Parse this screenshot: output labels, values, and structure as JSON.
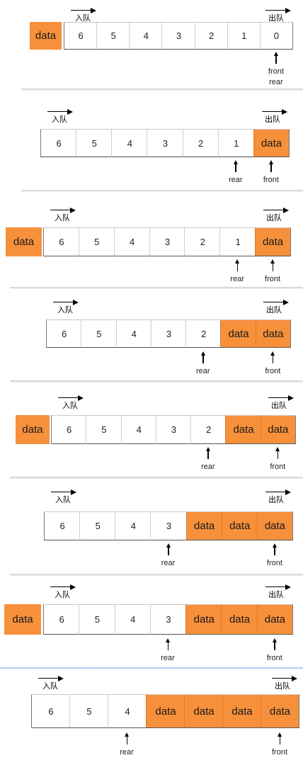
{
  "labels": {
    "enqueue": "入队",
    "dequeue": "出队",
    "front": "front",
    "rear": "rear",
    "data": "data"
  },
  "colors": {
    "accent": "#f7903b",
    "border": "#555555"
  },
  "panels": [
    {
      "incoming": true,
      "cells": [
        "6",
        "5",
        "4",
        "3",
        "2",
        "1",
        "0"
      ],
      "pointers": [
        {
          "index": 6,
          "lines": [
            "front",
            "rear"
          ]
        }
      ]
    },
    {
      "incoming": false,
      "cells": [
        "6",
        "5",
        "4",
        "3",
        "2",
        "1",
        "data"
      ],
      "pointers": [
        {
          "index": 5,
          "lines": [
            "rear"
          ]
        },
        {
          "index": 6,
          "lines": [
            "front"
          ]
        }
      ]
    },
    {
      "incoming": true,
      "cells": [
        "6",
        "5",
        "4",
        "3",
        "2",
        "1",
        "data"
      ],
      "pointers": [
        {
          "index": 5,
          "lines": [
            "rear"
          ]
        },
        {
          "index": 6,
          "lines": [
            "front"
          ]
        }
      ]
    },
    {
      "incoming": false,
      "cells": [
        "6",
        "5",
        "4",
        "3",
        "2",
        "data",
        "data"
      ],
      "pointers": [
        {
          "index": 4,
          "lines": [
            "rear"
          ]
        },
        {
          "index": 6,
          "lines": [
            "front"
          ]
        }
      ]
    },
    {
      "incoming": true,
      "cells": [
        "6",
        "5",
        "4",
        "3",
        "2",
        "data",
        "data"
      ],
      "pointers": [
        {
          "index": 4,
          "lines": [
            "rear"
          ]
        },
        {
          "index": 6,
          "lines": [
            "front"
          ]
        }
      ]
    },
    {
      "incoming": false,
      "cells": [
        "6",
        "5",
        "4",
        "3",
        "data",
        "data",
        "data"
      ],
      "pointers": [
        {
          "index": 3,
          "lines": [
            "rear"
          ]
        },
        {
          "index": 6,
          "lines": [
            "front"
          ]
        }
      ]
    },
    {
      "incoming": true,
      "cells": [
        "6",
        "5",
        "4",
        "3",
        "data",
        "data",
        "data"
      ],
      "pointers": [
        {
          "index": 3,
          "lines": [
            "rear"
          ]
        },
        {
          "index": 6,
          "lines": [
            "front"
          ]
        }
      ]
    },
    {
      "incoming": false,
      "cells": [
        "6",
        "5",
        "4",
        "data",
        "data",
        "data",
        "data"
      ],
      "pointers": [
        {
          "index": 2,
          "lines": [
            "rear"
          ]
        },
        {
          "index": 6,
          "lines": [
            "front"
          ]
        }
      ]
    }
  ]
}
